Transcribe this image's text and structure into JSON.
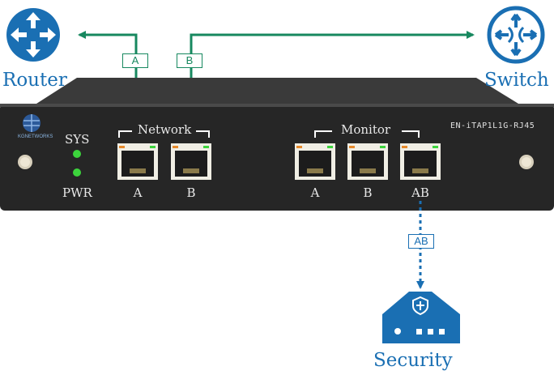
{
  "devices": {
    "router": "Router",
    "switch": "Switch",
    "security": "Security"
  },
  "panel": {
    "brand": "KGNETWORKS",
    "model": "EN-iTAP1L1G-RJ45",
    "sys": "SYS",
    "pwr": "PWR",
    "network_label": "Network",
    "monitor_label": "Monitor",
    "network_ports": [
      "A",
      "B"
    ],
    "monitor_ports": [
      "A",
      "B",
      "AB"
    ]
  },
  "links": {
    "a": "A",
    "b": "B",
    "ab": "AB"
  },
  "colors": {
    "device_blue": "#1a6fb3",
    "link_green": "#17885f",
    "panel": "#2b2b2b",
    "led_green": "#3cd43c",
    "port_trim": "#d9a84a"
  }
}
